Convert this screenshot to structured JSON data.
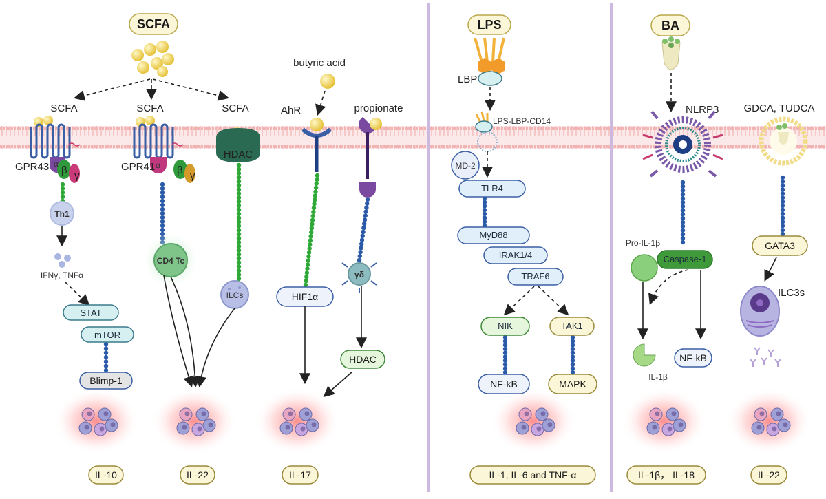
{
  "panels": {
    "scfa": {
      "title": "SCFA",
      "branch_labels": [
        "SCFA",
        "SCFA",
        "SCFA"
      ],
      "gpr43": "GPR43",
      "gpr41": "GPR41",
      "alpha": "α",
      "beta": "β",
      "gamma": "γ",
      "th1": "Th1",
      "ifn": "IFNγ, TNFα",
      "stat": "STAT",
      "mtor": "mTOR",
      "blimp": "Blimp-1",
      "cd4": "CD4 Tc",
      "hdac": "HDAC",
      "ilcs": "ILCs",
      "butyric": "butyric acid",
      "ahr": "AhR",
      "propionate": "propionate",
      "hif": "HIF1α",
      "gd": "γδ",
      "hdac2": "HDAC",
      "outputs": [
        "IL-10",
        "IL-22",
        "IL-17"
      ]
    },
    "lps": {
      "title": "LPS",
      "lbp": "LBP",
      "complex": "LPS-LBP-CD14",
      "md2": "MD-2",
      "tlr4": "TLR4",
      "myd88": "MyD88",
      "irak": "IRAK1/4",
      "traf6": "TRAF6",
      "nik": "NIK",
      "tak1": "TAK1",
      "nfkb": "NF-kB",
      "mapk": "MAPK",
      "output": "IL-1, IL-6 and TNF-α"
    },
    "ba": {
      "title": "BA",
      "nlrp3": "NLRP3",
      "gdca": "GDCA, TUDCA",
      "pro_il1b": "Pro-IL-1β",
      "caspase": "Caspase-1",
      "il1b": "IL-1β",
      "nfkb": "NF-kB",
      "gata3": "GATA3",
      "ilc3s": "ILC3s",
      "outputs": [
        "IL-1β， IL-18",
        "IL-22"
      ]
    }
  },
  "colors": {
    "membrane": "#f4c9c9",
    "divider": "#cdb8e0",
    "green_chain": "#2ea836",
    "blue_chain": "#2a5aa8",
    "pill_blue": "#e1effa",
    "pill_blue_stroke": "#3b5fa5",
    "pill_green": "#e6f6dc",
    "pill_yellow": "#fbf6d8"
  }
}
